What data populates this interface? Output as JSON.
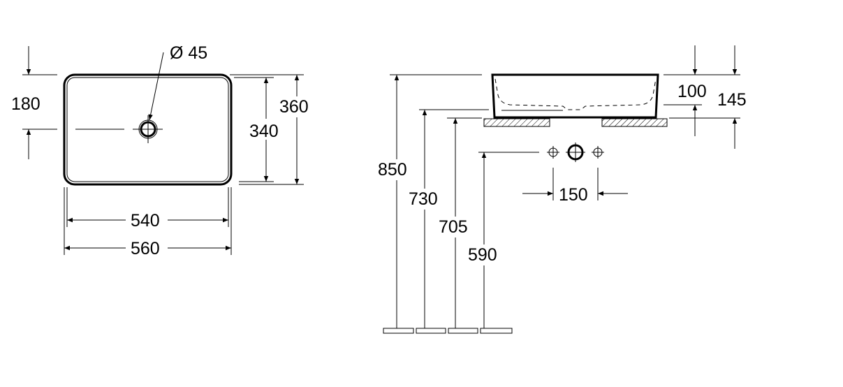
{
  "top_view": {
    "drain_diameter": "Ø 45",
    "drain_offset": "180",
    "inner_depth": "340",
    "outer_depth": "360",
    "inner_width": "540",
    "outer_width": "560"
  },
  "side_view": {
    "height_850": "850",
    "height_730": "730",
    "height_705": "705",
    "height_590": "590",
    "tap_spacing": "150",
    "bowl_height": "100",
    "total_height": "145"
  }
}
